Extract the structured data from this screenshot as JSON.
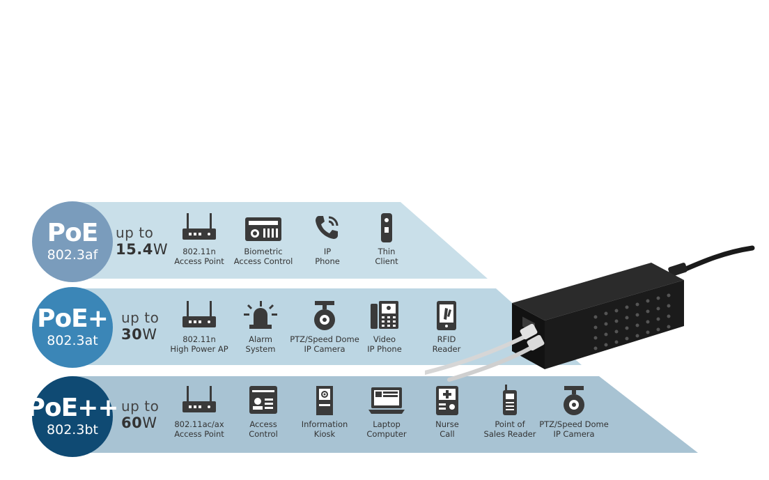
{
  "colors": {
    "row1_band": "#c9dfe9",
    "row2_band": "#bcd6e3",
    "row3_band": "#a8c3d3",
    "row1_badge": "#7a9cbc",
    "row2_badge": "#3b86b7",
    "row3_badge": "#0f4a73",
    "icon": "#3a3a3a"
  },
  "rows": [
    {
      "badge_main": "PoE",
      "badge_sub": "802.3af",
      "upto": "up to",
      "watt_num": "15.4",
      "watt_unit": "W",
      "items": [
        {
          "icon": "router-icon",
          "label": "802.11n\nAccess Point"
        },
        {
          "icon": "biometric-icon",
          "label": "Biometric\nAccess Control"
        },
        {
          "icon": "phone-icon",
          "label": "IP\nPhone"
        },
        {
          "icon": "thin-client-icon",
          "label": "Thin\nClient"
        }
      ]
    },
    {
      "badge_main": "PoE+",
      "badge_sub": "802.3at",
      "upto": "up to",
      "watt_num": "30",
      "watt_unit": "W",
      "items": [
        {
          "icon": "router-icon",
          "label": "802.11n\nHigh Power AP"
        },
        {
          "icon": "alarm-icon",
          "label": "Alarm\nSystem"
        },
        {
          "icon": "ptz-camera-icon",
          "label": "PTZ/Speed Dome\nIP Camera"
        },
        {
          "icon": "video-phone-icon",
          "label": "Video\nIP Phone"
        },
        {
          "icon": "rfid-icon",
          "label": "RFID\nReader"
        }
      ]
    },
    {
      "badge_main": "PoE++",
      "badge_sub": "802.3bt",
      "upto": "up to",
      "watt_num": "60",
      "watt_unit": "W",
      "items": [
        {
          "icon": "router-icon",
          "label": "802.11ac/ax\nAccess Point"
        },
        {
          "icon": "access-card-icon",
          "label": "Access\nControl"
        },
        {
          "icon": "kiosk-icon",
          "label": "Information\nKiosk"
        },
        {
          "icon": "laptop-icon",
          "label": "Laptop\nComputer"
        },
        {
          "icon": "nurse-call-icon",
          "label": "Nurse\nCall"
        },
        {
          "icon": "walkie-talkie-icon",
          "label": "Point of\nSales Reader"
        },
        {
          "icon": "ptz-camera-icon",
          "label": "PTZ/Speed Dome\nIP Camera"
        }
      ]
    }
  ]
}
